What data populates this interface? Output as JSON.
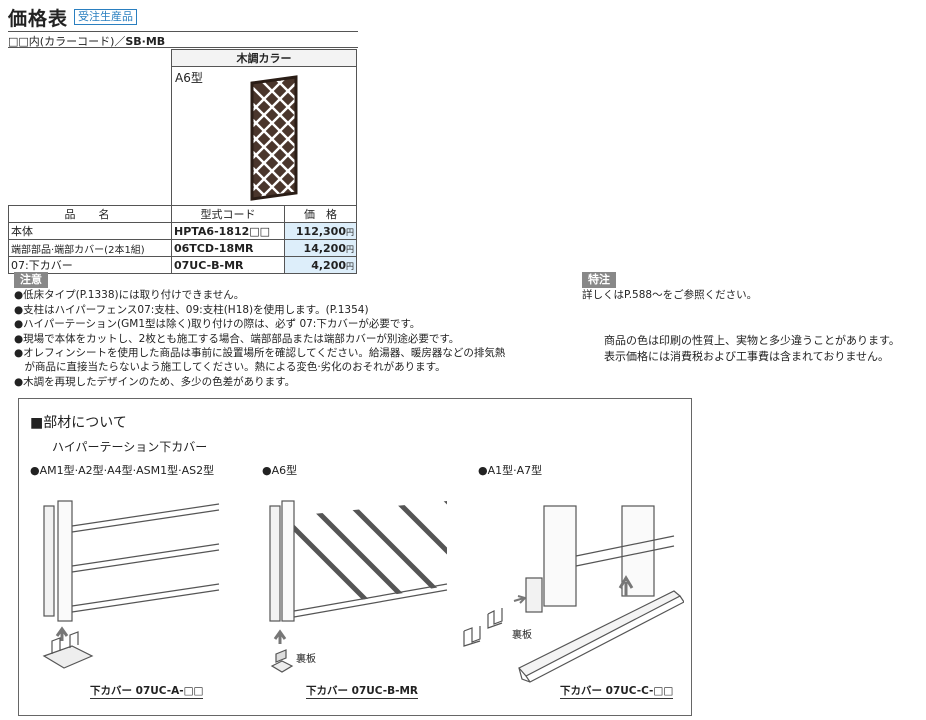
{
  "header": {
    "title": "価格表",
    "badge": "受注生産品",
    "subtitle_prefix": "□□内(カラーコード)／",
    "subtitle_bold": "SB·MB"
  },
  "table": {
    "color_header": "木調カラー",
    "image_label": "A6型",
    "col_name": "品　名",
    "col_code": "型式コード",
    "col_price": "価　格",
    "rows": [
      {
        "name": "本体",
        "code": "HPTA6-1812□□",
        "price": "112,300",
        "unit": "円"
      },
      {
        "name": "端部部品·端部カバー(2本1組)",
        "code": "06TCD-18MR",
        "price": "14,200",
        "unit": "円"
      },
      {
        "name": "07:下カバー",
        "code": "07UC-B-MR",
        "price": "4,200",
        "unit": "円"
      }
    ]
  },
  "notes": {
    "label": "注意",
    "items": [
      "●低床タイプ(P.1338)には取り付けできません。",
      "●支柱はハイパーフェンス07:支柱、09:支柱(H18)を使用します。(P.1354)",
      "●ハイパーテーション(GM1型は除く)取り付けの際は、必ず 07:下カバーが必要です。",
      "●現場で本体をカットし、2枚とも施工する場合、端部部品または端部カバーが別途必要です。",
      "●オレフィンシートを使用した商品は事前に設置場所を確認してください。給湯器、暖房器などの排気熱",
      "　が商品に直接当たらないよう施工してください。熱による変色·劣化のおそれがあります。",
      "●木調を再現したデザインのため、多少の色差があります。"
    ]
  },
  "special": {
    "label": "特注",
    "text": "詳しくはP.588～をご参照ください。"
  },
  "disclaimer": [
    "商品の色は印刷の性質上、実物と多少違うことがあります。",
    "表示価格には消費税および工事費は含まれておりません。"
  ],
  "parts": {
    "title": "■部材について",
    "subtitle": "ハイパーテーション下カバー",
    "types": [
      "●AM1型·A2型·A4型·ASM1型·AS2型",
      "●A6型",
      "●A1型·A7型"
    ],
    "backplate": "裏板",
    "captions": [
      "下カバー 07UC-A-□□",
      "下カバー 07UC-B-MR",
      "下カバー 07UC-C-□□"
    ]
  },
  "colors": {
    "accent_blue": "#2a7fc0",
    "price_bg": "#ddeefa",
    "lattice": "#3a2a22"
  }
}
